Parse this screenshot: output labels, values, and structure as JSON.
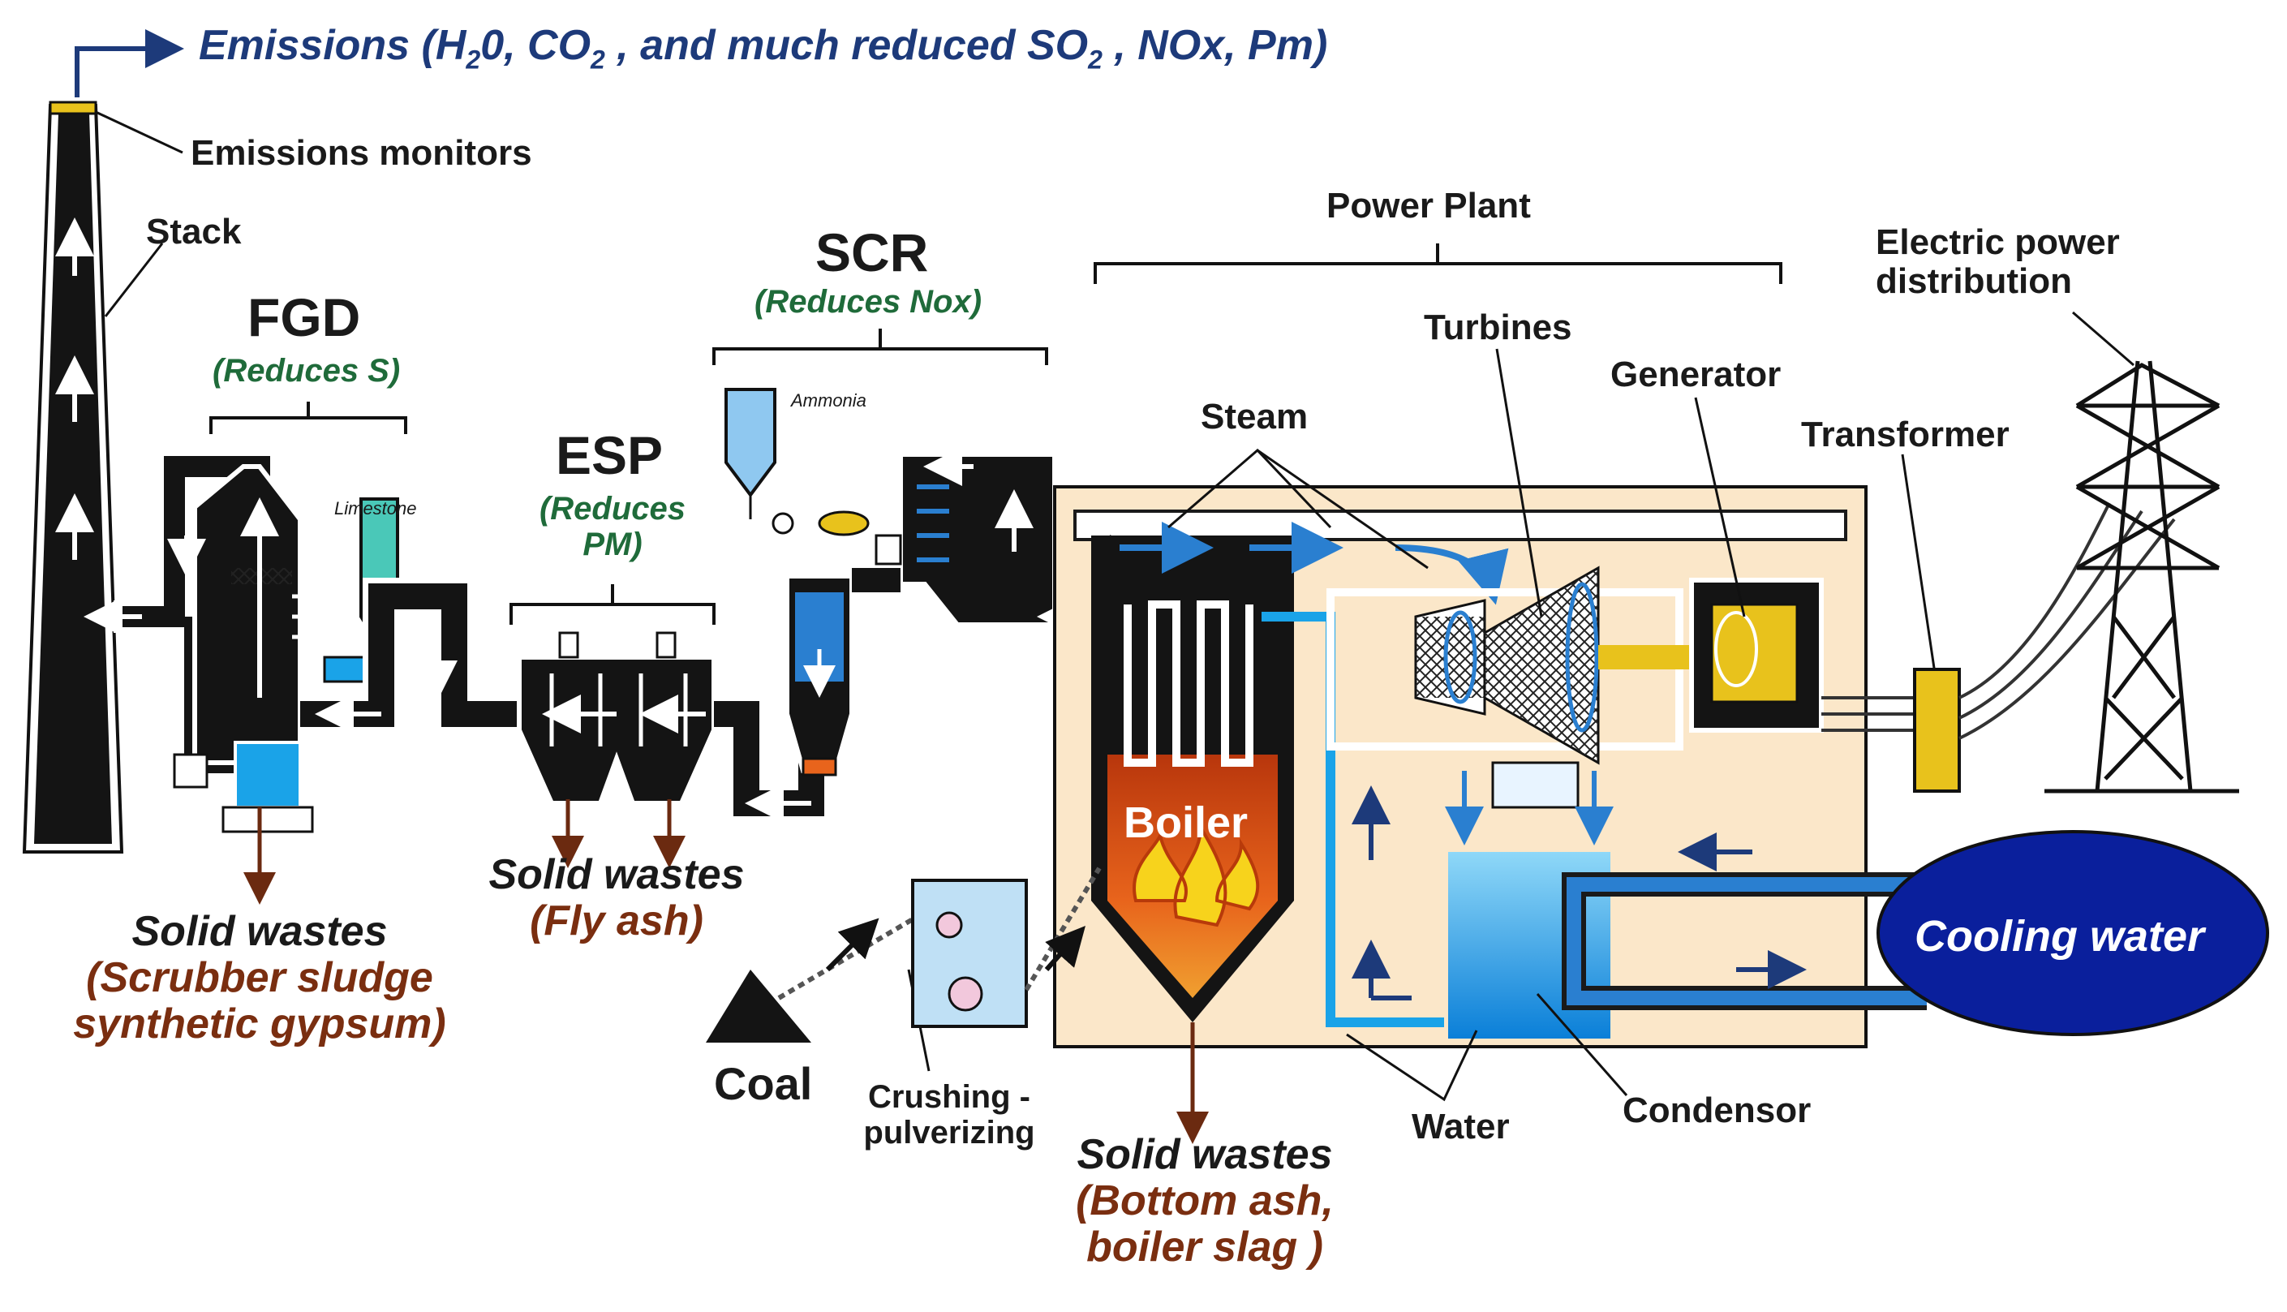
{
  "emissions": {
    "prefix": "Emissions (H",
    "sub1": "2",
    "mid1": "0, CO",
    "sub2": "2",
    "mid2": " , and much reduced SO",
    "sub3": "2",
    "suffix": " , NOx, Pm)"
  },
  "labels": {
    "emissions_monitors": "Emissions monitors",
    "stack": "Stack",
    "fgd": "FGD",
    "fgd_sub": "(Reduces S)",
    "limestone": "Limestone",
    "esp": "ESP",
    "esp_sub_1": "(Reduces",
    "esp_sub_2": "PM)",
    "scr": "SCR",
    "scr_sub": "(Reduces Nox)",
    "ammonia": "Ammonia",
    "power_plant": "Power Plant",
    "turbines": "Turbines",
    "steam": "Steam",
    "generator": "Generator",
    "transformer": "Transformer",
    "electric_1": "Electric power",
    "electric_2": "distribution",
    "boiler": "Boiler",
    "cooling_water": "Cooling water",
    "coal": "Coal",
    "crushing_1": "Crushing -",
    "crushing_2": "pulverizing",
    "water": "Water",
    "condensor": "Condensor"
  },
  "wastes": {
    "fgd": {
      "title": "Solid wastes",
      "line1": "(Scrubber sludge",
      "line2": "synthetic gypsum)"
    },
    "esp": {
      "title": "Solid wastes",
      "line1": "(Fly ash)"
    },
    "boiler": {
      "title": "Solid wastes",
      "line1": "(Bottom ash,",
      "line2": "boiler slag )"
    }
  },
  "colors": {
    "duct": "#141414",
    "flow_arrow": "#ffffff",
    "steam_blue": "#2a7fd0",
    "water_blue": "#1aa3e8",
    "cooling_oval": "#0a1f9c",
    "plant_bg": "#fbe7c9",
    "fire_orange": "#e8641c",
    "gold": "#e8c21c",
    "waste_arrow": "#6b2a10",
    "emissions_text": "#1d3a7a",
    "reduces_text": "#1f6b3a"
  }
}
